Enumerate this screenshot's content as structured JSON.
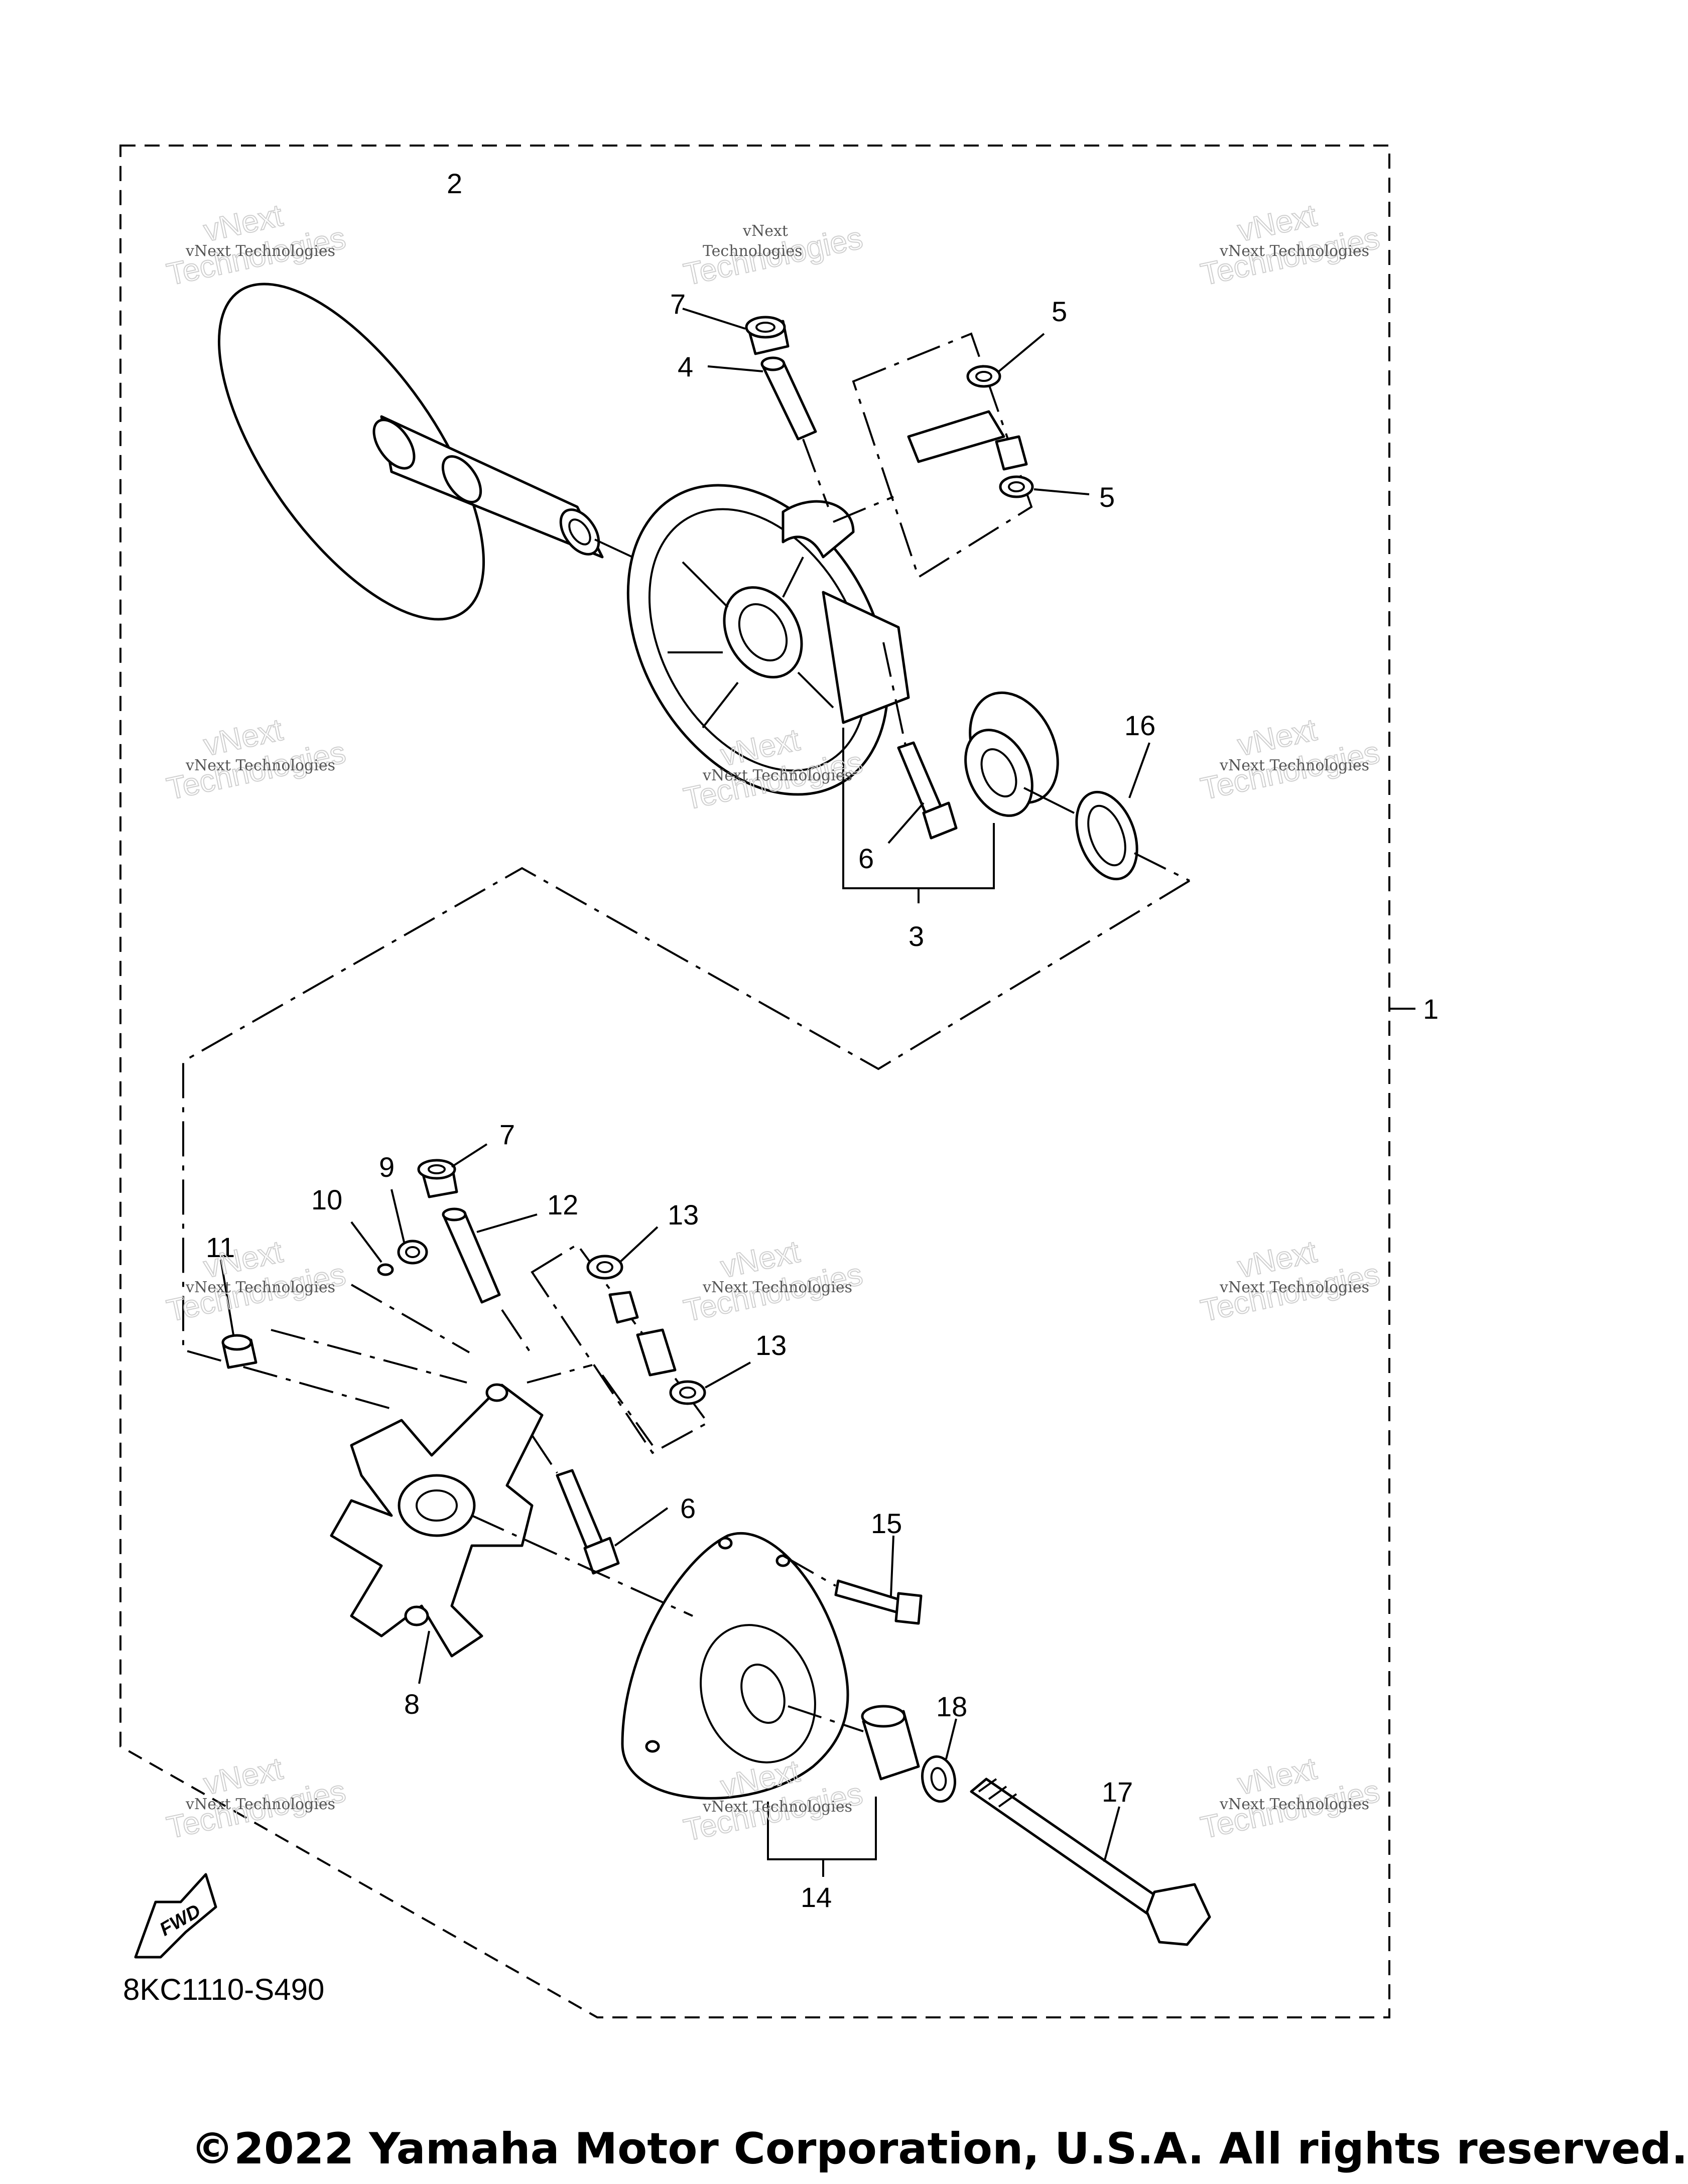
{
  "callouts": {
    "c1": "1",
    "c2": "2",
    "c3": "3",
    "c4": "4",
    "c5a": "5",
    "c5b": "5",
    "c6a": "6",
    "c6b": "6",
    "c7a": "7",
    "c7b": "7",
    "c8": "8",
    "c9": "9",
    "c10": "10",
    "c11": "11",
    "c12": "12",
    "c13a": "13",
    "c13b": "13",
    "c14": "14",
    "c15": "15",
    "c16": "16",
    "c17": "17",
    "c18": "18"
  },
  "watermark": {
    "line1": "vNext Technologies",
    "line2": "vNext",
    "line3": "Technologies"
  },
  "fwd_label": "FWD",
  "diagram_code": "8KC1110-S490",
  "copyright": "©2022 Yamaha Motor Corporation, U.S.A. All rights reserved."
}
